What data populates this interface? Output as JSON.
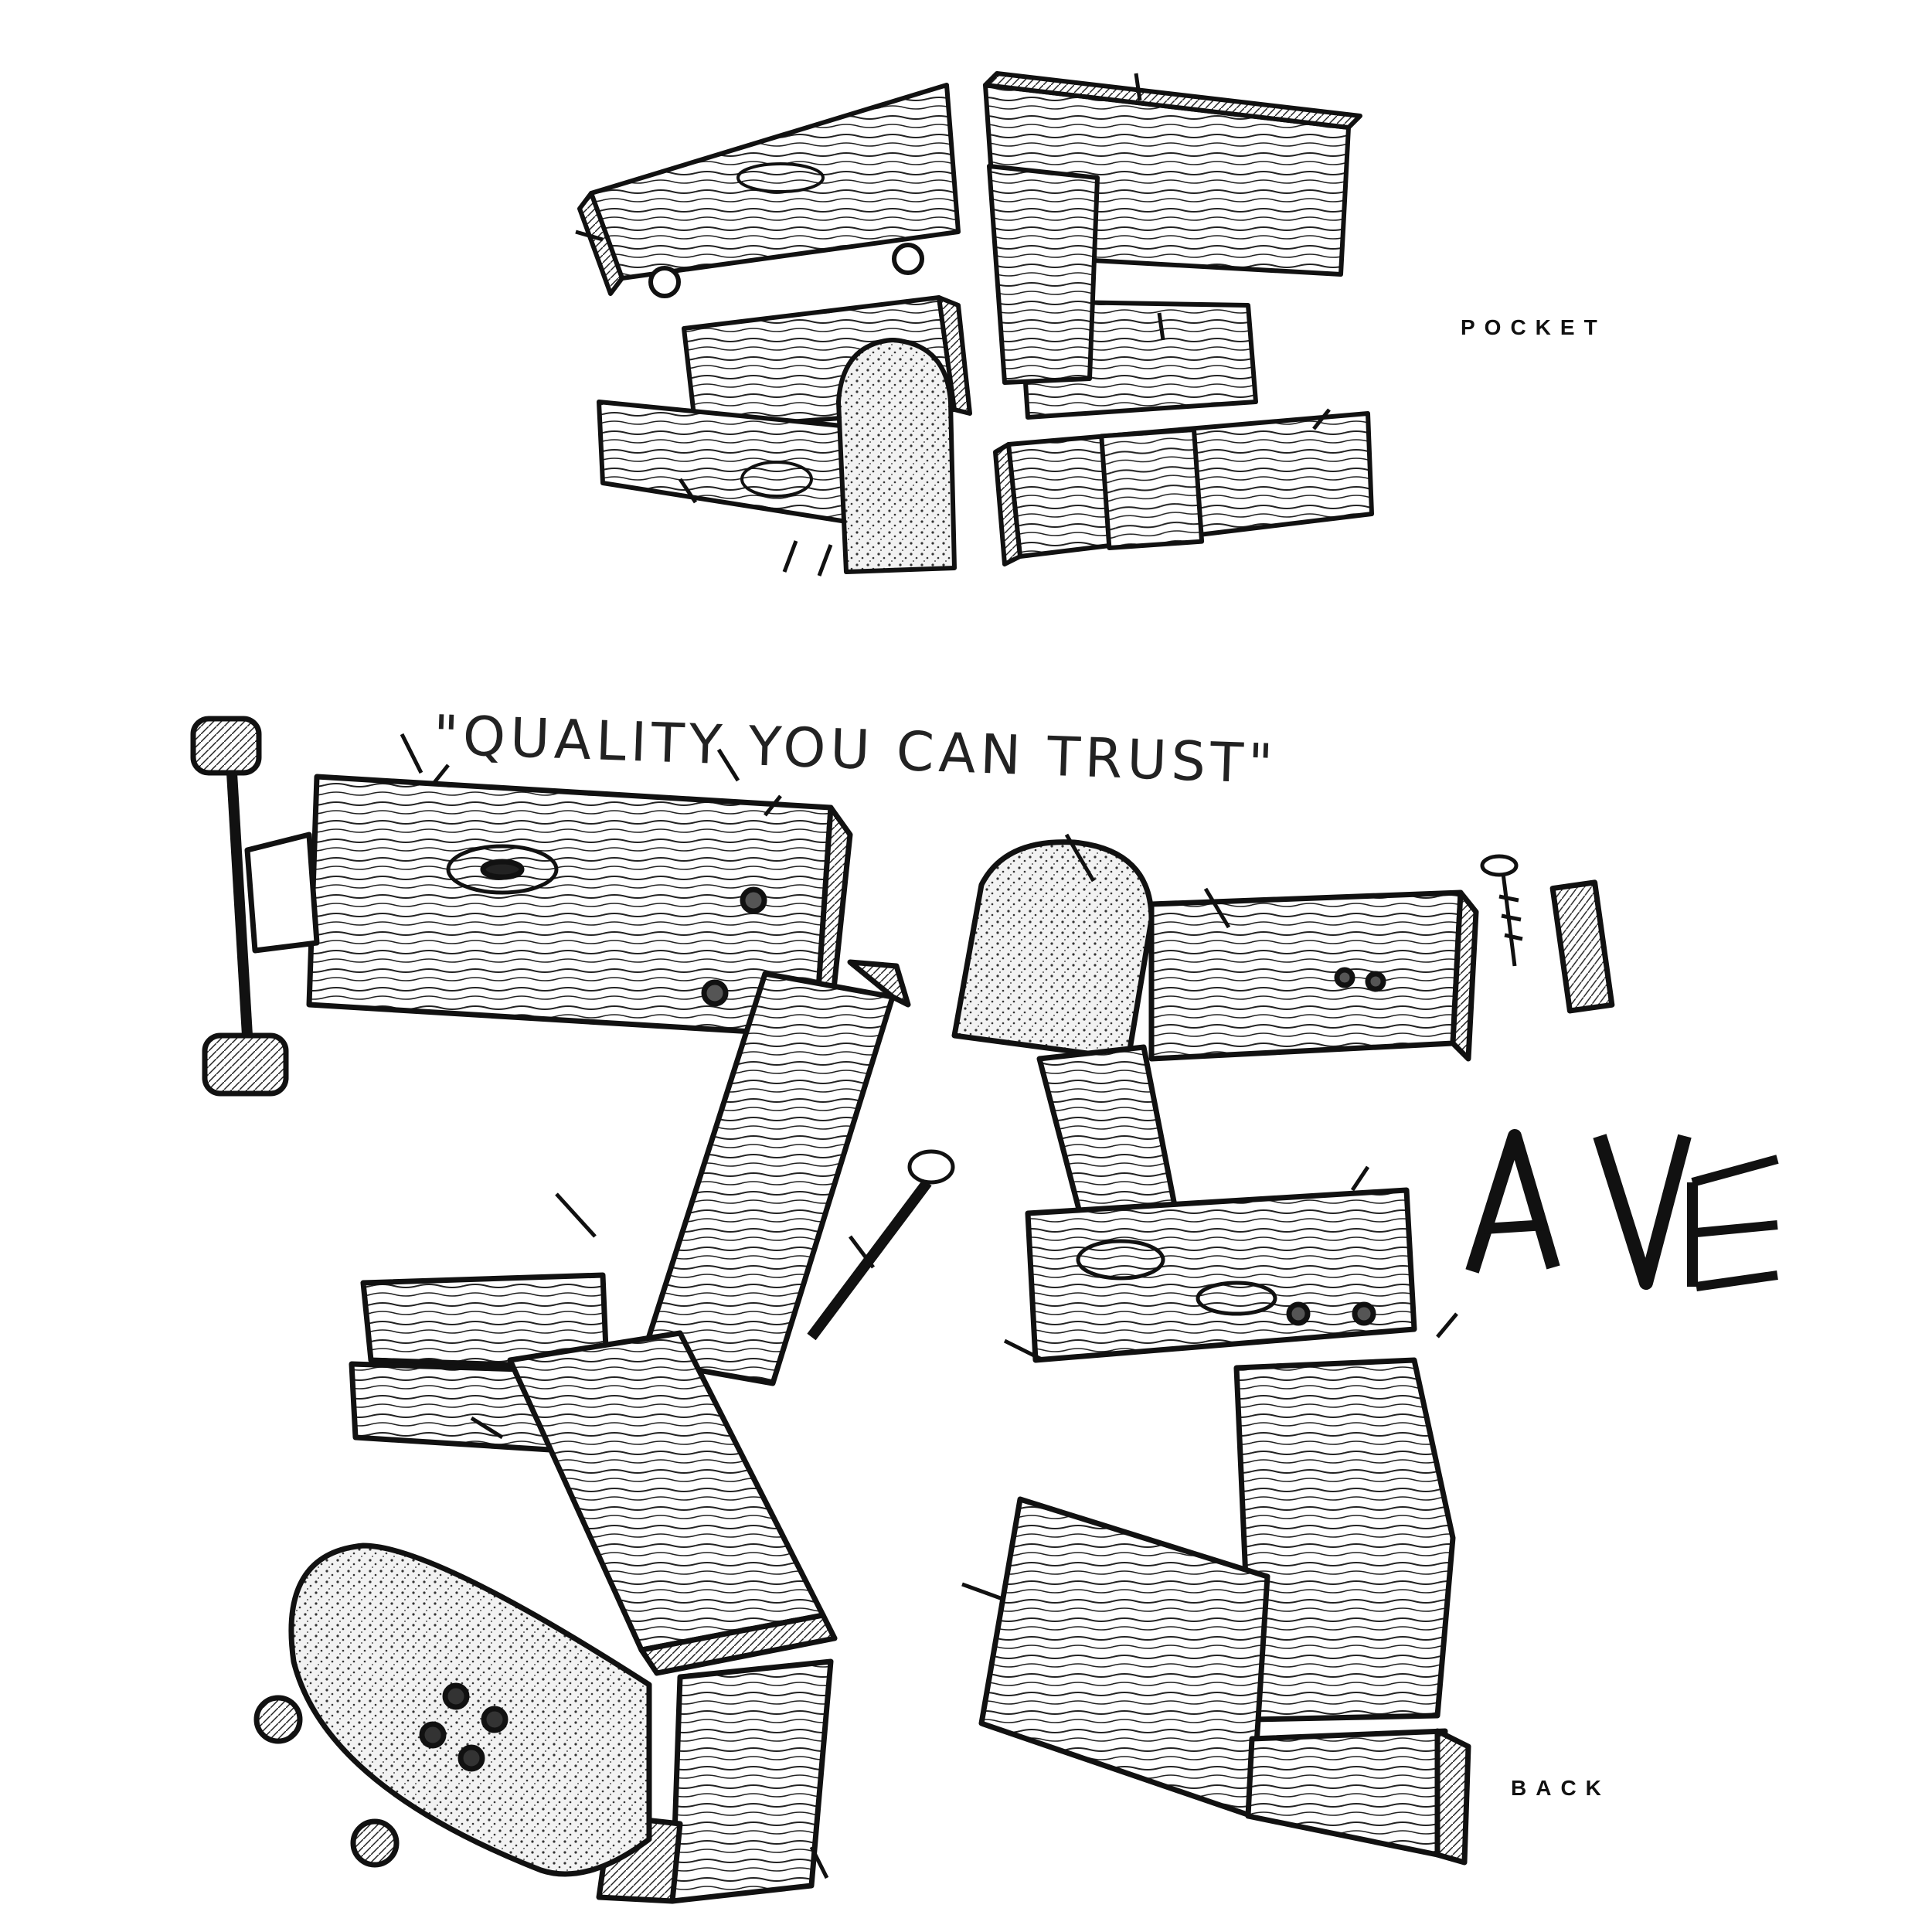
{
  "labels": {
    "pocket": "POCKET",
    "back": "BACK"
  },
  "tagline": "\"QUALITY YOU CAN TRUST\"",
  "colors": {
    "ink": "#111111",
    "wood": "#ffffff",
    "grip": "#d9d9d9",
    "background": "#ffffff"
  },
  "icons": [
    "wood-plank-icon",
    "nail-icon",
    "screw-icon",
    "skateboard-deck-icon",
    "skateboard-truck-icon",
    "skateboard-wheel-icon"
  ]
}
